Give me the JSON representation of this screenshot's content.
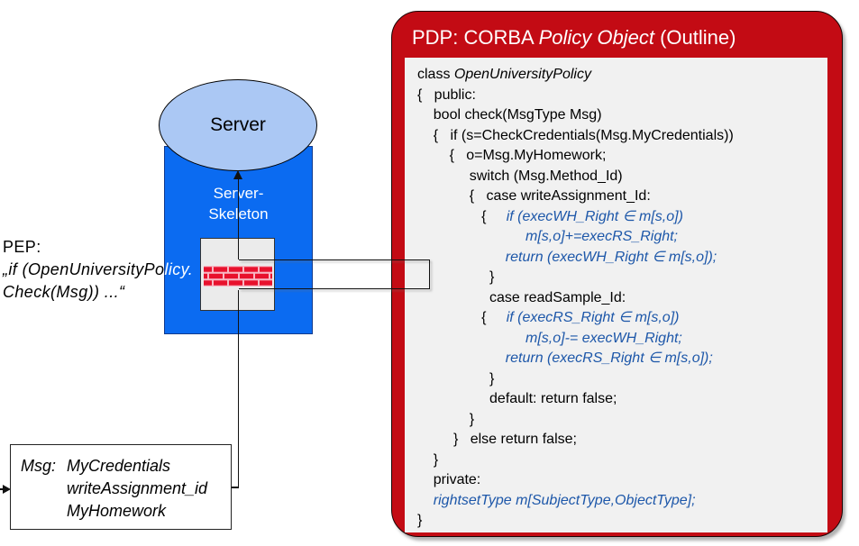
{
  "pdp": {
    "title": {
      "prefix": "PDP: CORBA ",
      "italic": "Policy Object",
      "suffix": " (Outline)"
    },
    "panel_color": "#c30b14",
    "code_blue": "#1d57a9",
    "code_lines": [
      [
        {
          "t": "class ",
          "s": "p"
        },
        {
          "t": "OpenUniversityPolicy",
          "s": "i"
        }
      ],
      [
        {
          "t": "{   public:",
          "s": "p"
        }
      ],
      [
        {
          "t": "    bool check(MsgType Msg)",
          "s": "p"
        }
      ],
      [
        {
          "t": "    {   if (s=CheckCredentials(Msg.MyCredentials))",
          "s": "p"
        }
      ],
      [
        {
          "t": "        {   o=Msg.MyHomework;",
          "s": "p"
        }
      ],
      [
        {
          "t": "             switch (Msg.Method_Id)",
          "s": "p"
        }
      ],
      [
        {
          "t": "             {   case writeAssignment_Id:",
          "s": "p"
        }
      ],
      [
        {
          "t": "                {     ",
          "s": "p"
        },
        {
          "t": "if (execWH_Right ∈ m[s,o])",
          "s": "b"
        }
      ],
      [
        {
          "t": "                           ",
          "s": "p"
        },
        {
          "t": "m[s,o]+=execRS_Right;",
          "s": "b"
        }
      ],
      [
        {
          "t": "                      ",
          "s": "p"
        },
        {
          "t": "return (execWH_Right ∈ m[s,o]);",
          "s": "b"
        }
      ],
      [
        {
          "t": "                  }",
          "s": "p"
        }
      ],
      [
        {
          "t": "                  case readSample_Id:",
          "s": "p"
        }
      ],
      [
        {
          "t": "                {     ",
          "s": "p"
        },
        {
          "t": "if (execRS_Right ∈ m[s,o])",
          "s": "b"
        }
      ],
      [
        {
          "t": "                           ",
          "s": "p"
        },
        {
          "t": "m[s,o]-= execWH_Right;",
          "s": "b"
        }
      ],
      [
        {
          "t": "                      ",
          "s": "p"
        },
        {
          "t": "return (execRS_Right ∈ m[s,o]);",
          "s": "b"
        }
      ],
      [
        {
          "t": "                  }",
          "s": "p"
        }
      ],
      [
        {
          "t": "                  default: return false;",
          "s": "p"
        }
      ],
      [
        {
          "t": "             }",
          "s": "p"
        }
      ],
      [
        {
          "t": "         }   else return false;",
          "s": "p"
        }
      ],
      [
        {
          "t": "    }",
          "s": "p"
        }
      ],
      [
        {
          "t": "    private:",
          "s": "p"
        }
      ],
      [
        {
          "t": "    ",
          "s": "p"
        },
        {
          "t": "rightsetType m[SubjectType,ObjectType];",
          "s": "b"
        }
      ],
      [
        {
          "t": "}",
          "s": "p"
        }
      ]
    ]
  },
  "server": {
    "label": "Server",
    "skeleton": [
      "Server-",
      "Skeleton"
    ]
  },
  "pep": {
    "heading": "PEP:",
    "line2_black": "„if (OpenUniversityPo",
    "line2_white": "licy.",
    "line3": "Check(Msg)) ...“"
  },
  "msg": {
    "label": "Msg:",
    "items": [
      "MyCredentials",
      "writeAssignment_id",
      "MyHomework"
    ]
  },
  "colors": {
    "skeleton_blue": "#0b6bf1",
    "ellipse_fill": "#abc8f4",
    "pdp_red": "#c30b14",
    "code_panel_gray": "#f1f1f1",
    "brick_red": "#e8112d",
    "brick_mortar": "#f7b6c2",
    "code_blue": "#1d57a9"
  }
}
